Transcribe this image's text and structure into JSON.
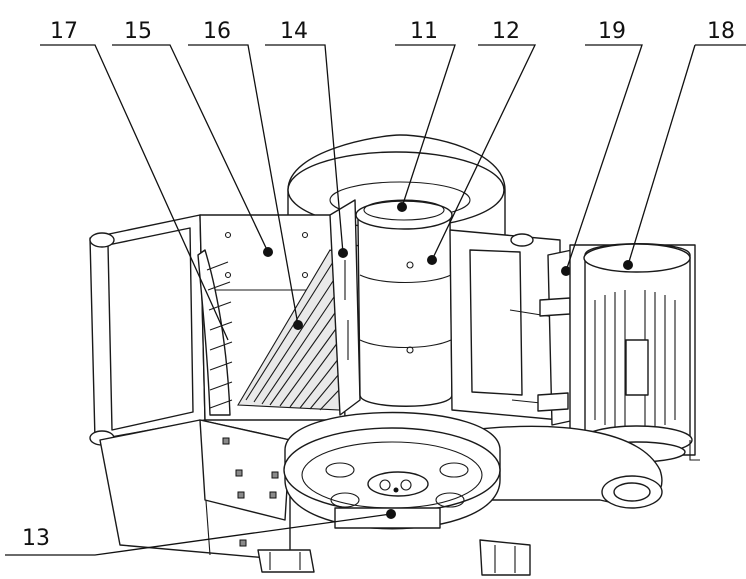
{
  "labels": {
    "l11": "11",
    "l12": "12",
    "l13": "13",
    "l14": "14",
    "l15": "15",
    "l16": "16",
    "l17": "17",
    "l18": "18",
    "l19": "19"
  }
}
